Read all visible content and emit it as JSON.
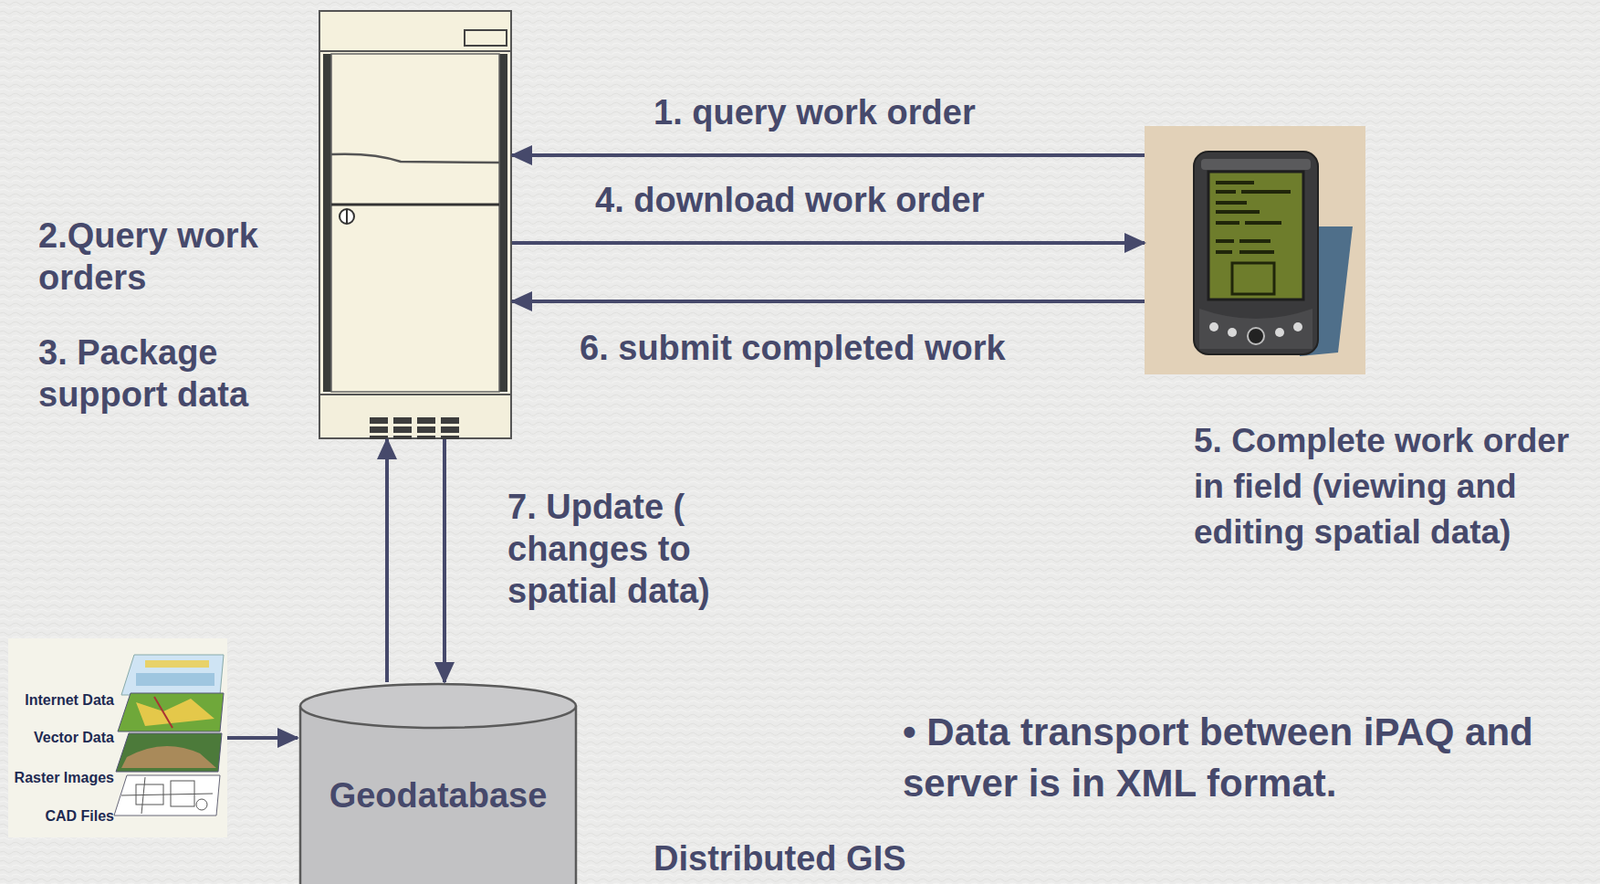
{
  "diagram": {
    "nodes": [
      {
        "text": [
          "2.Query work orders",
          "3. Package support data"
        ]
      },
      {
        "text": [
          "5. Complete work order in field (viewing and editing spatial data)"
        ]
      },
      {
        "text": [
          "Internet Data",
          "Vector Data",
          "Raster Images",
          "CAD Files"
        ]
      },
      {
        "text": [
          "Geodatabase"
        ]
      }
    ],
    "edges": [
      {
        "from": 1,
        "to": 0,
        "label": "1. query work order",
        "arrow": "to"
      },
      {
        "from": 0,
        "to": 1,
        "label": "4. download work order",
        "arrow": "to"
      },
      {
        "from": 1,
        "to": 0,
        "label": "6. submit completed work",
        "arrow": "to"
      },
      {
        "from": 3,
        "to": 0,
        "arrow": "to"
      },
      {
        "from": 0,
        "to": 3,
        "label": "7. Update ( changes to spatial data)",
        "arrow": "to"
      },
      {
        "from": 2,
        "to": 3,
        "arrow": "to"
      }
    ],
    "labels": [
      "• Data transport between iPAQ and server is in XML format.",
      "Distributed GIS"
    ]
  }
}
